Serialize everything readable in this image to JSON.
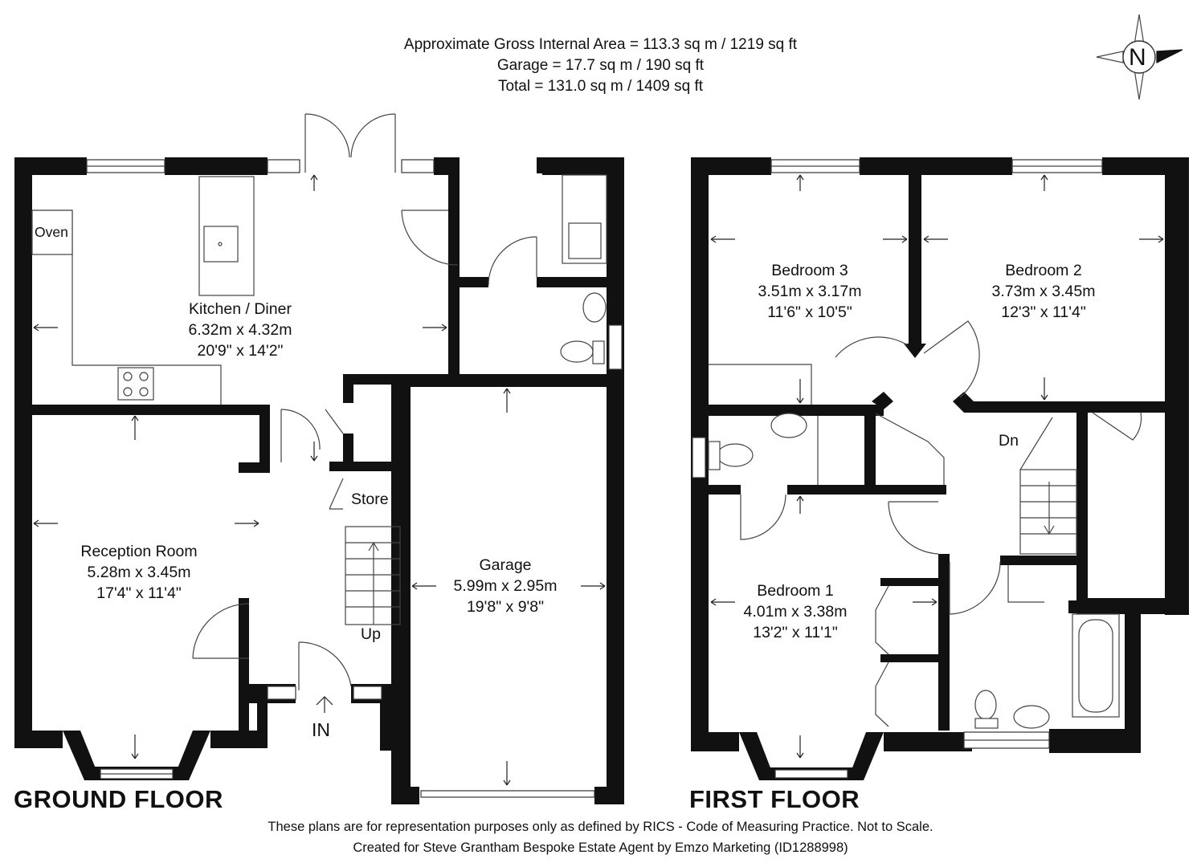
{
  "header": {
    "gross_area": "Approximate Gross Internal Area = 113.3 sq m / 1219 sq ft",
    "garage_area": "Garage = 17.7 sq m / 190 sq ft",
    "total_area": "Total = 131.0 sq m / 1409 sq ft"
  },
  "compass": {
    "letter": "N"
  },
  "ground_floor": {
    "title": "GROUND FLOOR",
    "kitchen": {
      "name": "Kitchen / Diner",
      "metric": "6.32m x 4.32m",
      "imperial": "20'9\" x 14'2\""
    },
    "reception": {
      "name": "Reception Room",
      "metric": "5.28m x 3.45m",
      "imperial": "17'4\" x 11'4\""
    },
    "garage": {
      "name": "Garage",
      "metric": "5.99m x 2.95m",
      "imperial": "19'8\" x 9'8\""
    },
    "oven_label": "Oven",
    "store_label": "Store",
    "up_label": "Up",
    "in_label": "IN"
  },
  "first_floor": {
    "title": "FIRST FLOOR",
    "bedroom3": {
      "name": "Bedroom 3",
      "metric": "3.51m x 3.17m",
      "imperial": "11'6\" x 10'5\""
    },
    "bedroom2": {
      "name": "Bedroom 2",
      "metric": "3.73m x 3.45m",
      "imperial": "12'3\" x 11'4\""
    },
    "bedroom1": {
      "name": "Bedroom 1",
      "metric": "4.01m x 3.38m",
      "imperial": "13'2\" x 11'1\""
    },
    "dn_label": "Dn"
  },
  "footer": {
    "disclaimer": "These plans are for representation purposes only as defined by RICS - Code of Measuring Practice. Not to Scale.",
    "credit": "Created for Steve Grantham Bespoke Estate Agent by Emzo Marketing (ID1288998)"
  }
}
